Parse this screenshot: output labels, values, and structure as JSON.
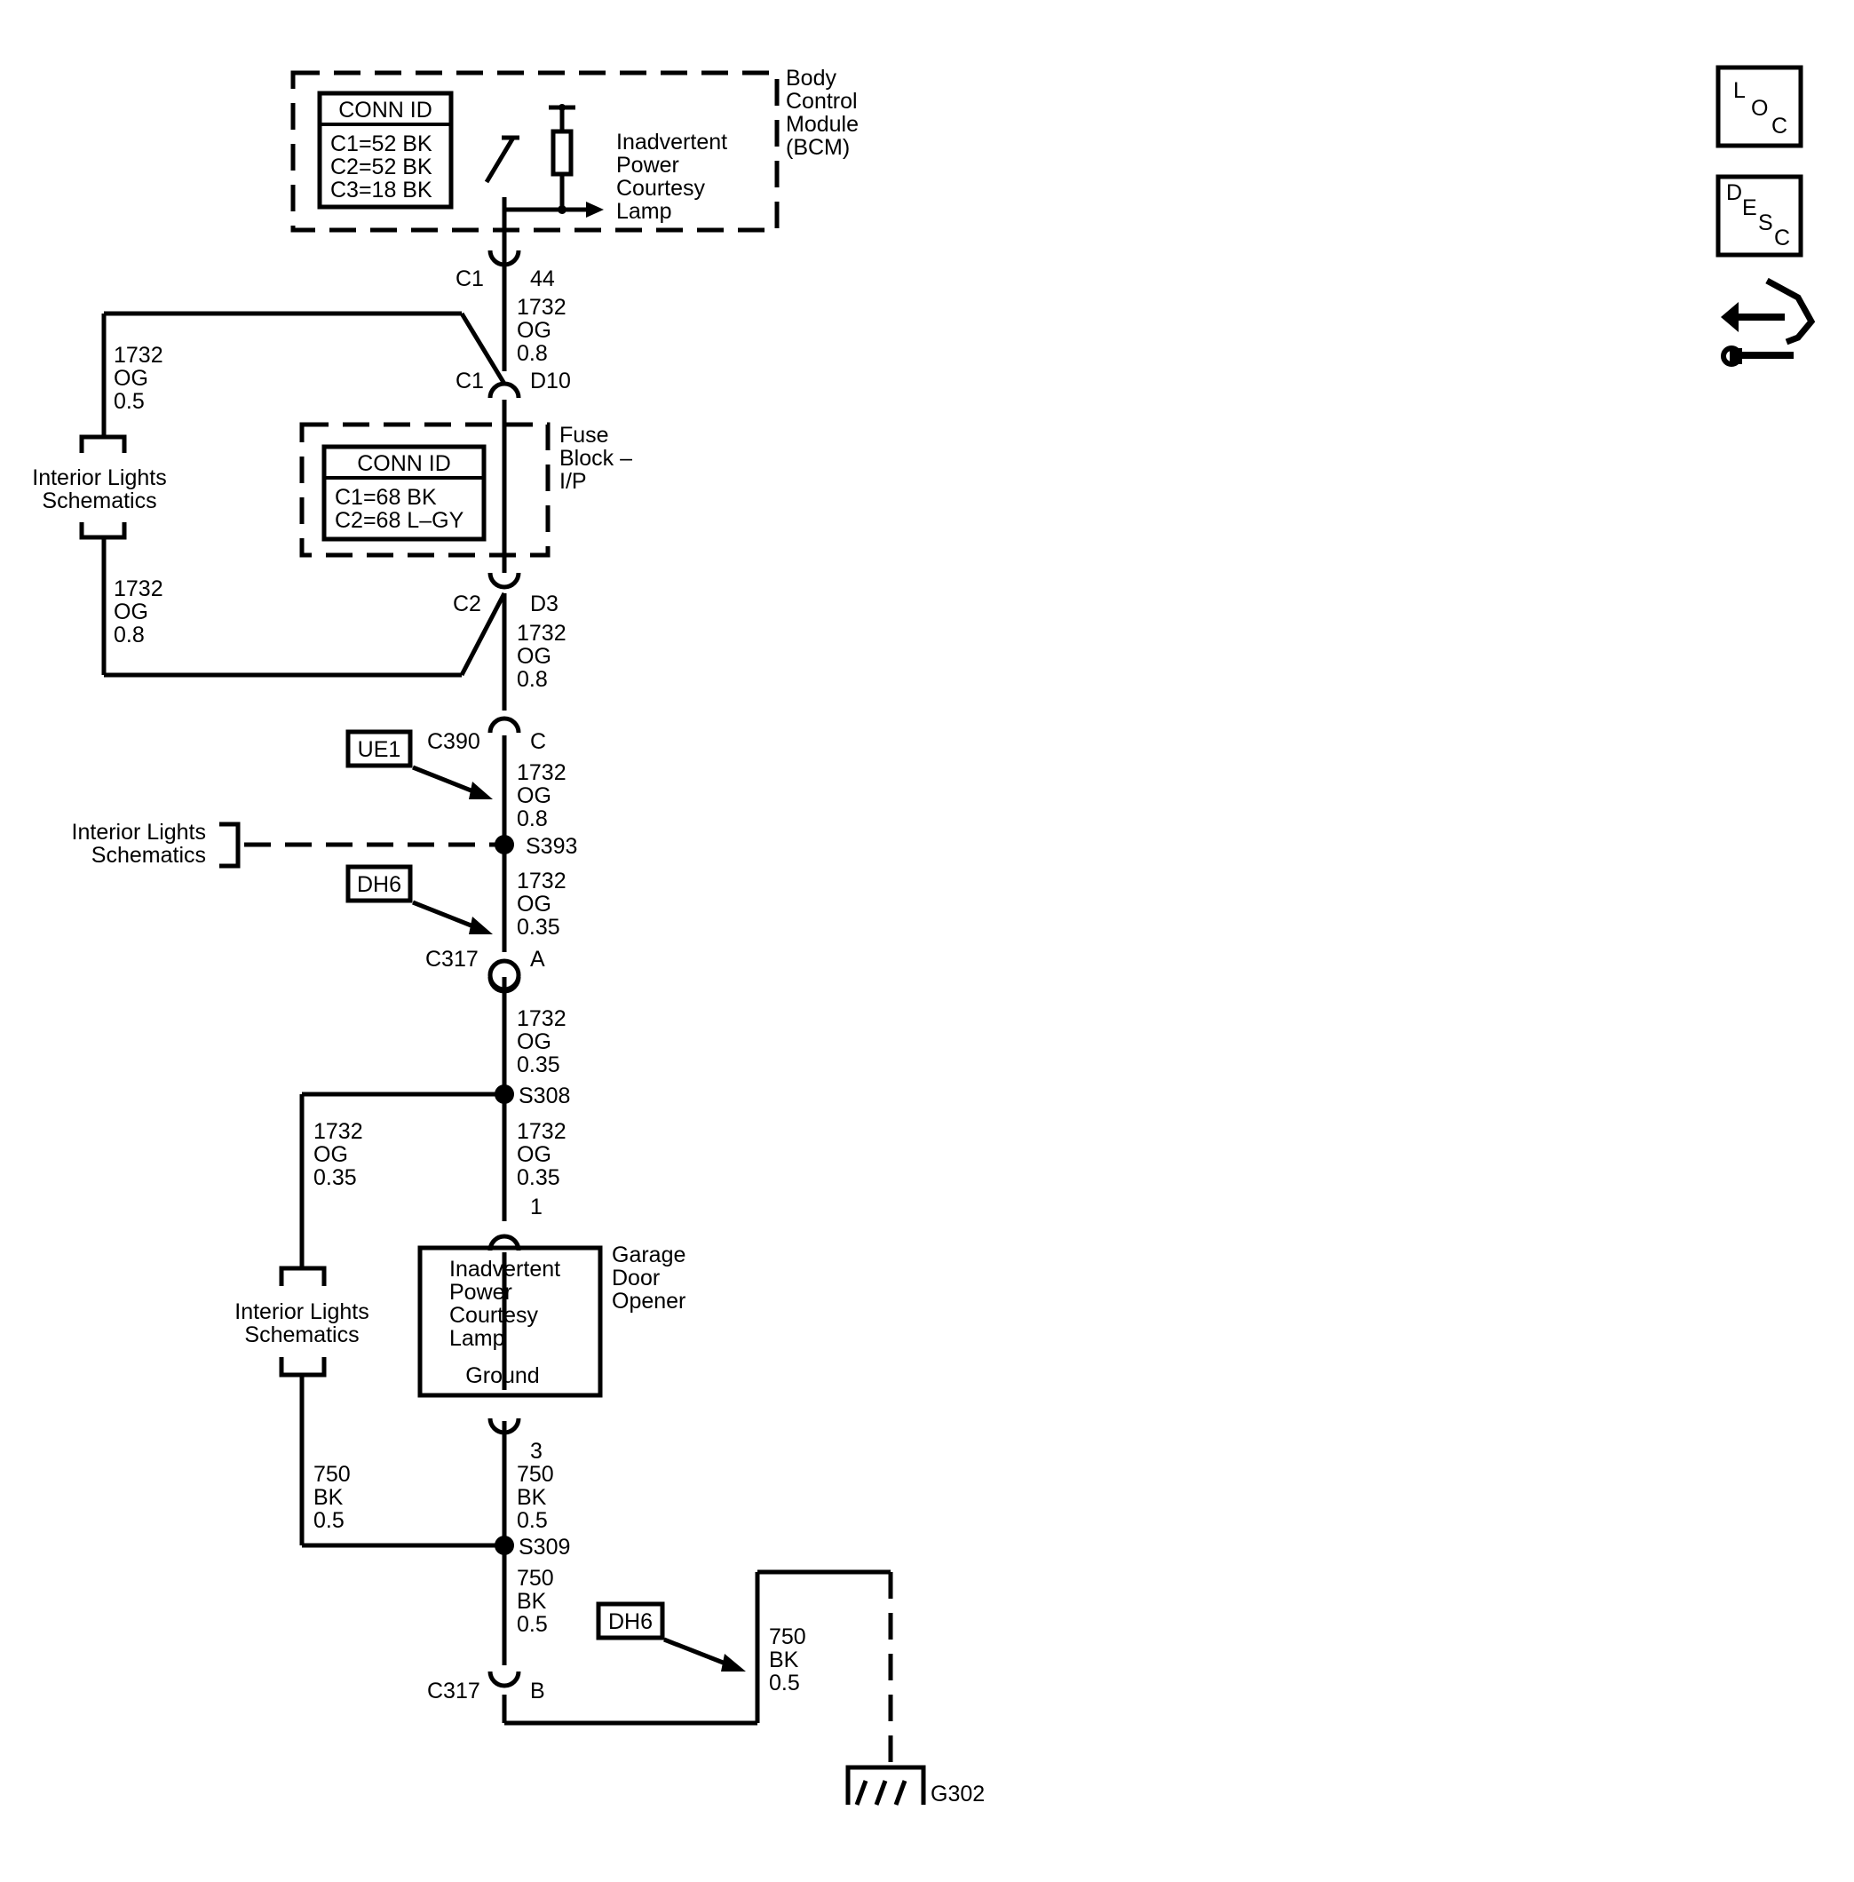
{
  "bcm": {
    "name": [
      "Body",
      "Control",
      "Module",
      "(BCM)"
    ],
    "conn_header": "CONN ID",
    "conn": [
      "C1=52 BK",
      "C2=52 BK",
      "C3=18 BK"
    ],
    "output": [
      "Inadvertent",
      "Power",
      "Courtesy",
      "Lamp"
    ]
  },
  "fuse_block": {
    "name": [
      "Fuse",
      "Block –",
      "I/P"
    ],
    "conn_header": "CONN ID",
    "conn": [
      "C1=68 BK",
      "C2=68 L–GY"
    ]
  },
  "garage_door_opener": {
    "name": [
      "Garage",
      "Door",
      "Opener"
    ],
    "inputs": [
      "Inadvertent",
      "Power",
      "Courtesy",
      "Lamp"
    ],
    "ground": "Ground"
  },
  "ref": "Interior Lights",
  "ref2": "Schematics",
  "connectors": {
    "c1": "C1",
    "pin44": "44",
    "pinD10": "D10",
    "c2": "C2",
    "pinD3": "D3",
    "c390": "C390",
    "pinC": "C",
    "c317": "C317",
    "pinA": "A",
    "pinB": "B",
    "pin1": "1",
    "pin3": "3"
  },
  "splices": {
    "s393": "S393",
    "s308": "S308",
    "s309": "S309"
  },
  "ground": "G302",
  "options": {
    "ue1": "UE1",
    "dh6": "DH6"
  },
  "wire": {
    "circuit_og": "1732",
    "color_og": "OG",
    "circuit_bk": "750",
    "color_bk": "BK",
    "size_08": "0.8",
    "size_05": "0.5",
    "size_035": "0.35"
  },
  "icons": {
    "loc": [
      "L",
      "O",
      "C"
    ],
    "desc": [
      "D",
      "E",
      "S",
      "C"
    ]
  }
}
